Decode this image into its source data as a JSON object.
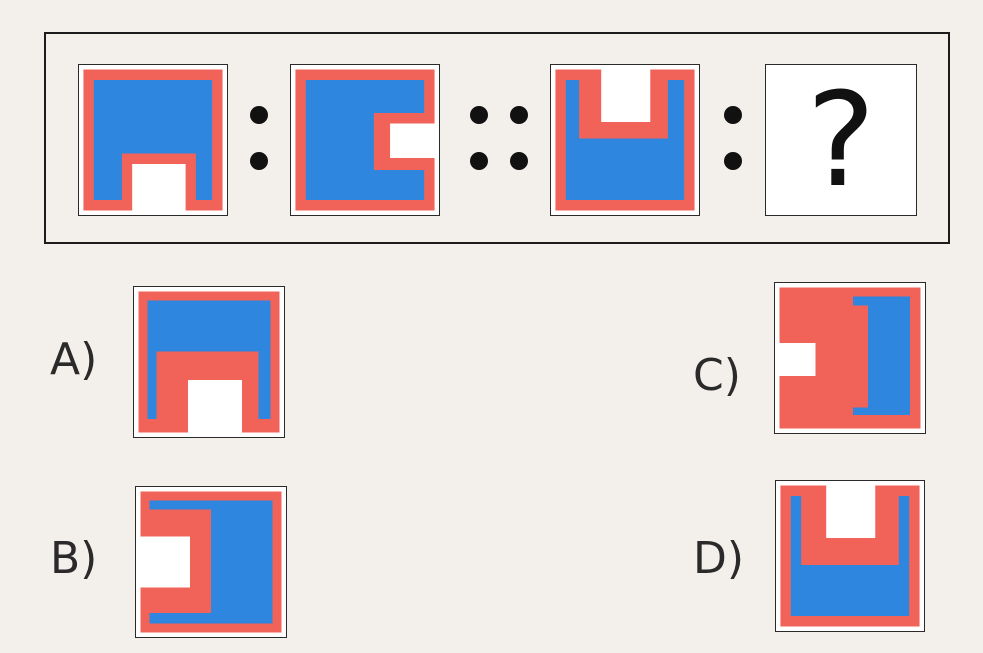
{
  "colors": {
    "red": "#f16358",
    "blue": "#2f86df",
    "white": "#ffffff",
    "ink": "#1c1c1c"
  },
  "question": {
    "unknown_symbol": "?"
  },
  "options": {
    "a": {
      "label": "A)"
    },
    "b": {
      "label": "B)"
    },
    "c": {
      "label": "C)"
    },
    "d": {
      "label": "D)"
    }
  }
}
